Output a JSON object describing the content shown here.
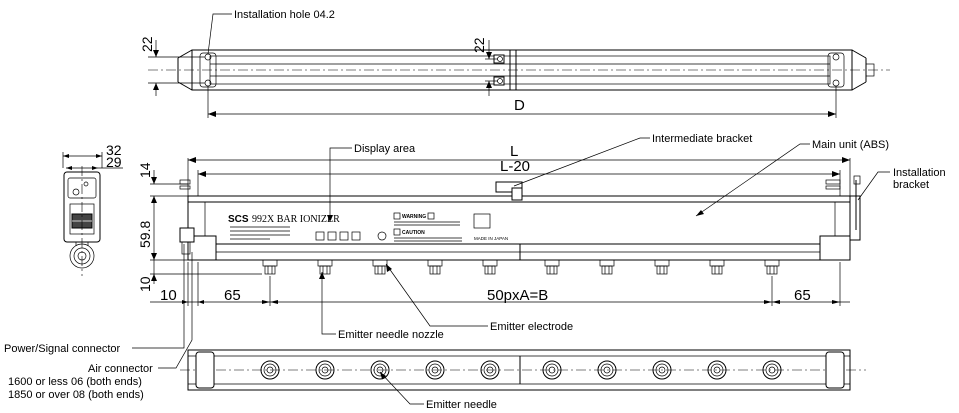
{
  "callouts": {
    "installation_hole": "Installation hole 04.2",
    "display_area": "Display area",
    "intermediate_bracket": "Intermediate bracket",
    "main_unit": "Main unit (ABS)",
    "installation_bracket_1": "Installation",
    "installation_bracket_2": "bracket",
    "power_signal": "Power/Signal connector",
    "air_connector": "Air connector",
    "air_1600": "1600 or less 06 (both ends)",
    "air_1850": "1850 or over 08 (both ends)",
    "emitter_nozzle": "Emitter needle nozzle",
    "emitter_electrode": "Emitter electrode",
    "emitter_needle": "Emitter needle"
  },
  "dimensions": {
    "top_22_left": "22",
    "top_22_mid": "22",
    "D": "D",
    "d32": "32",
    "d29": "29",
    "L": "L",
    "L20": "L-20",
    "d14": "14",
    "d598": "59.8",
    "d10_v": "10",
    "d10_h": "10",
    "d65_left": "65",
    "pitch": "50pxA=B",
    "d65_right": "65"
  },
  "product_label": {
    "brand": "SCS",
    "model": "992X BAR IONIZER",
    "warning": "WARNING",
    "caution": "CAUTION",
    "made_in": "MADE IN JAPAN"
  }
}
